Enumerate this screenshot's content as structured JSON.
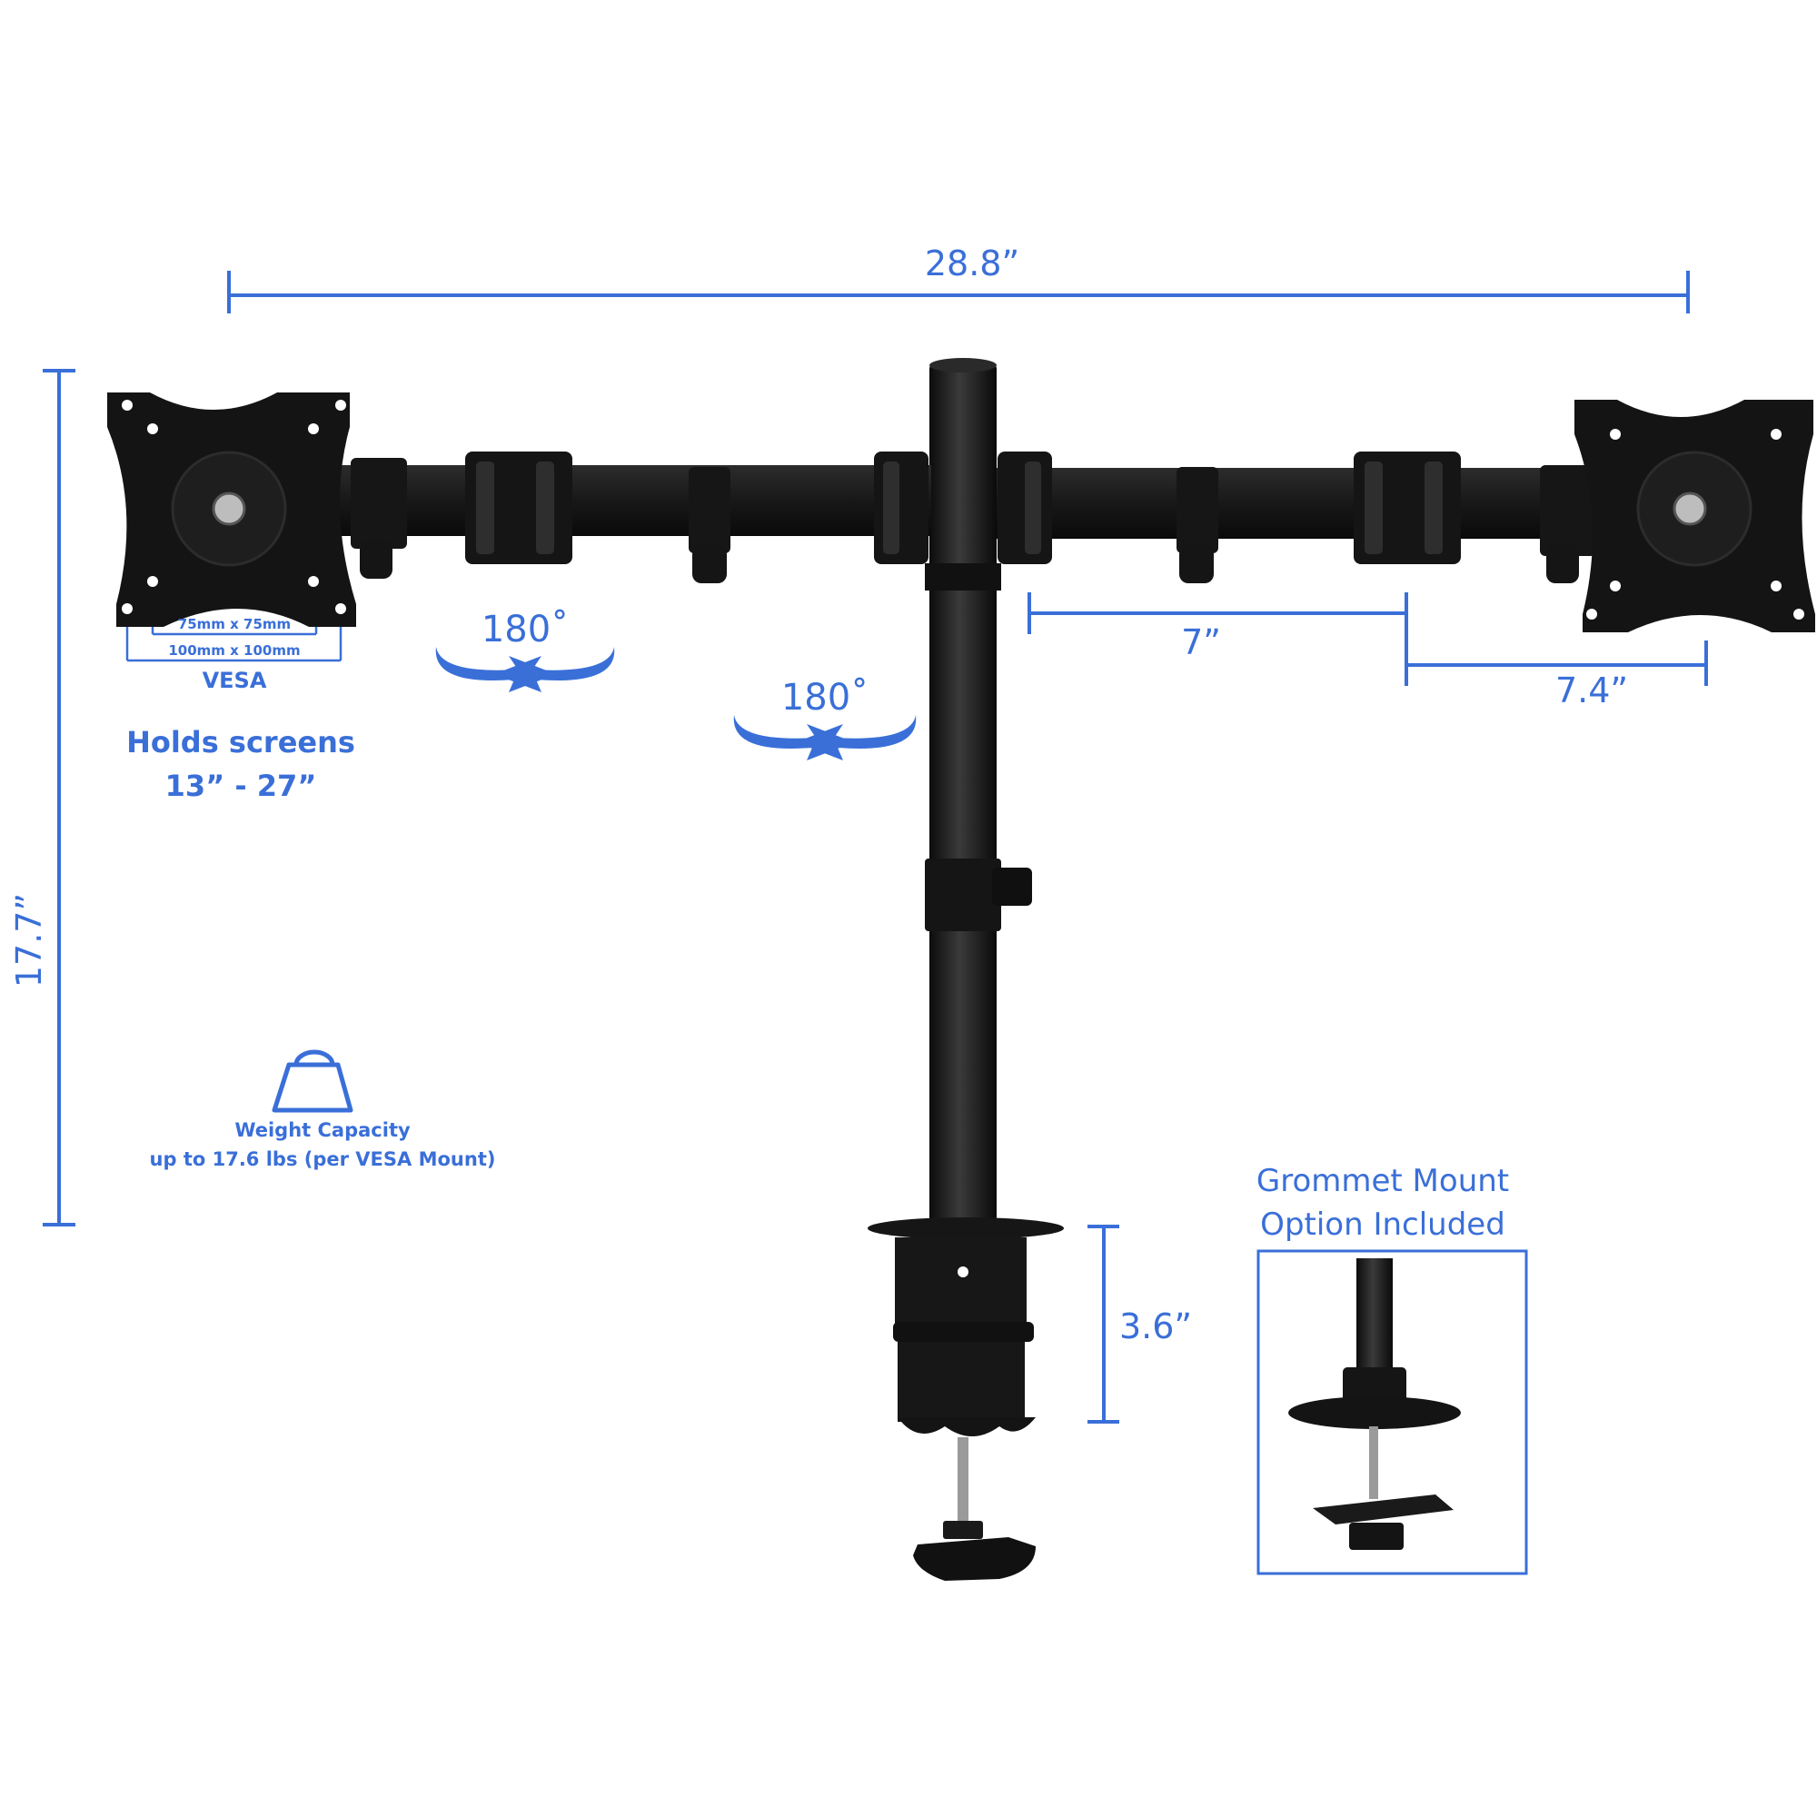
{
  "dimensions": {
    "total_width": "28.8”",
    "total_height": "17.7”",
    "arm_segment": "7”",
    "end_segment": "7.4”",
    "clamp_height": "3.6”"
  },
  "rotation": {
    "arm_rotation": "180˚",
    "pole_rotation": "180˚"
  },
  "vesa": {
    "small_pattern": "75mm x 75mm",
    "large_pattern": "100mm x 100mm",
    "label": "VESA"
  },
  "screens": {
    "line1": "Holds screens",
    "line2": "13” - 27”"
  },
  "weight": {
    "line1": "Weight Capacity",
    "line2": "up to 17.6 lbs (per VESA Mount)"
  },
  "grommet": {
    "line1": "Grommet Mount",
    "line2": "Option Included"
  },
  "colors": {
    "accent": "#3a6fd8",
    "product": "#1a1a1a"
  }
}
